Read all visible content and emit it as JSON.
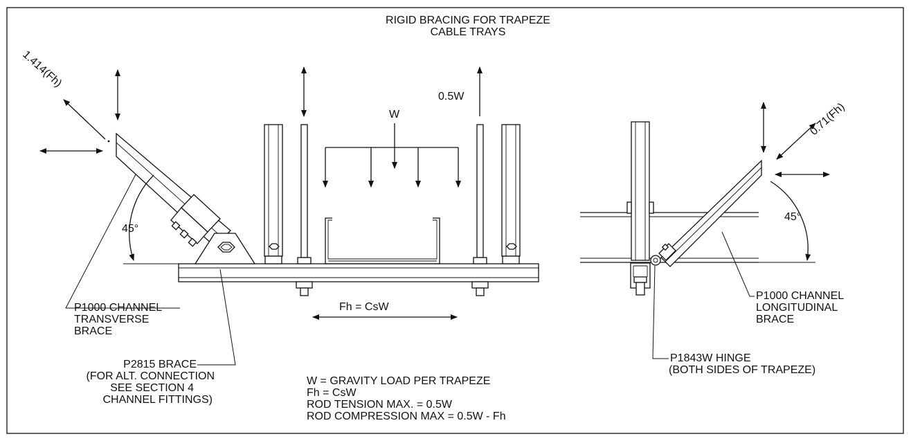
{
  "title": {
    "line1": "RIGID BRACING FOR TRAPEZE",
    "line2": "CABLE TRAYS"
  },
  "left_view": {
    "force_label": "1.414(Fh)",
    "angle_label": "45°",
    "rod_tension_label": "0.5W",
    "load_label": "W",
    "brace_label": [
      "P1000 CHANNEL",
      "TRANSVERSE",
      "BRACE"
    ],
    "brace2_label": [
      "P2815 BRACE",
      "(FOR ALT. CONNECTION",
      "SEE SECTION 4",
      "CHANNEL FITTINGS)"
    ],
    "horizontal_force": "Fh = CsW"
  },
  "right_view": {
    "force_label": "0.71(Fh)",
    "angle_label": "45°",
    "brace_label": [
      "P1000 CHANNEL",
      "LONGITUDINAL",
      "BRACE"
    ],
    "hinge_label": [
      "P1843W HINGE",
      "(BOTH SIDES OF TRAPEZE)"
    ]
  },
  "notes": [
    "W = GRAVITY LOAD PER TRAPEZE",
    "Fh = CsW",
    "ROD TENSION MAX. = 0.5W",
    "ROD COMPRESSION MAX = 0.5W - Fh"
  ]
}
